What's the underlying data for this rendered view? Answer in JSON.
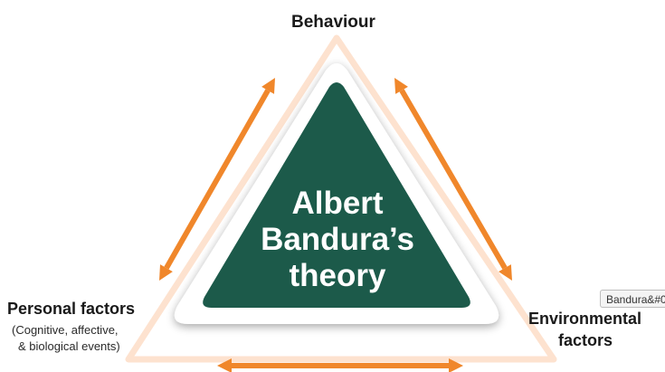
{
  "diagram": {
    "nodes": {
      "behaviour": "Behaviour",
      "personal_factors": "Personal factors",
      "personal_factors_detail_line1": "(Cognitive, affective,",
      "personal_factors_detail_line2": "& biological events)",
      "environmental_factors_line1": "Environmental",
      "environmental_factors_line2": "factors"
    },
    "center": {
      "line1": "Albert",
      "line2": "Bandura’s",
      "line3": "theory"
    },
    "colors": {
      "arrow": "#f0872b",
      "outer_ring": "#fde2cf",
      "center_fill": "#1c5a4a",
      "center_border": "#ffffff"
    },
    "arrows": [
      {
        "from": "personal_factors",
        "to": "behaviour",
        "direction": "bidirectional"
      },
      {
        "from": "behaviour",
        "to": "environmental_factors",
        "direction": "bidirectional"
      },
      {
        "from": "personal_factors",
        "to": "environmental_factors",
        "direction": "bidirectional"
      }
    ]
  },
  "tooltip": {
    "text": "Bandura&#0"
  }
}
